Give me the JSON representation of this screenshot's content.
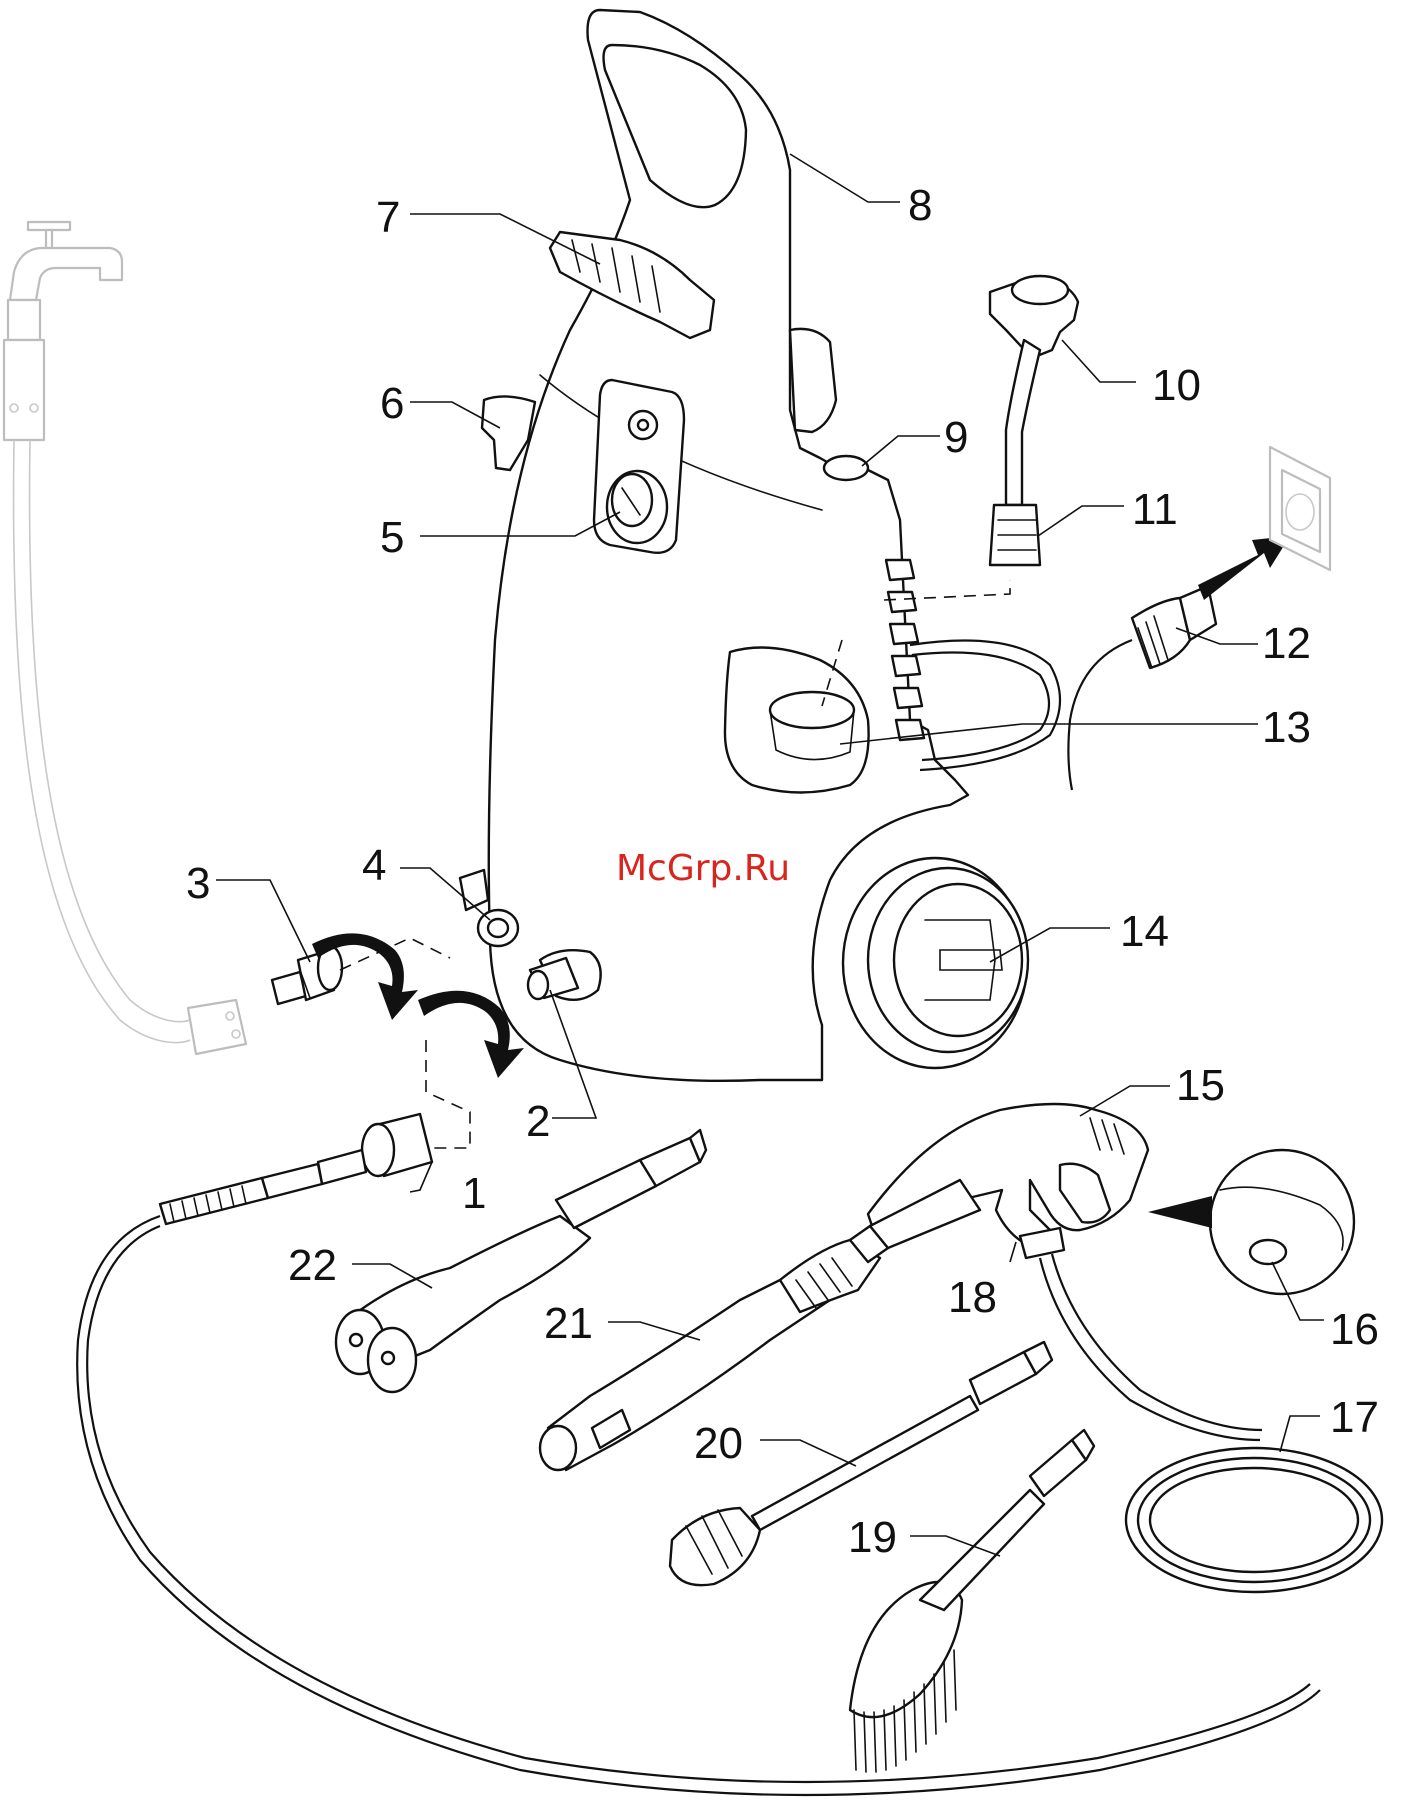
{
  "watermark": "McGrp.Ru",
  "colors": {
    "line": "#111111",
    "watermark": "#d9251d",
    "faded_part": "#bdbdbd"
  },
  "callouts": [
    {
      "id": "c1",
      "label": "1"
    },
    {
      "id": "c2",
      "label": "2"
    },
    {
      "id": "c3",
      "label": "3"
    },
    {
      "id": "c4",
      "label": "4"
    },
    {
      "id": "c5",
      "label": "5"
    },
    {
      "id": "c6",
      "label": "6"
    },
    {
      "id": "c7",
      "label": "7"
    },
    {
      "id": "c8",
      "label": "8"
    },
    {
      "id": "c9",
      "label": "9"
    },
    {
      "id": "c10",
      "label": "10"
    },
    {
      "id": "c11",
      "label": "11"
    },
    {
      "id": "c12",
      "label": "12"
    },
    {
      "id": "c13",
      "label": "13"
    },
    {
      "id": "c14",
      "label": "14"
    },
    {
      "id": "c15",
      "label": "15"
    },
    {
      "id": "c16",
      "label": "16"
    },
    {
      "id": "c17",
      "label": "17"
    },
    {
      "id": "c18",
      "label": "18"
    },
    {
      "id": "c19",
      "label": "19"
    },
    {
      "id": "c20",
      "label": "20"
    },
    {
      "id": "c21",
      "label": "21"
    },
    {
      "id": "c22",
      "label": "22"
    }
  ]
}
